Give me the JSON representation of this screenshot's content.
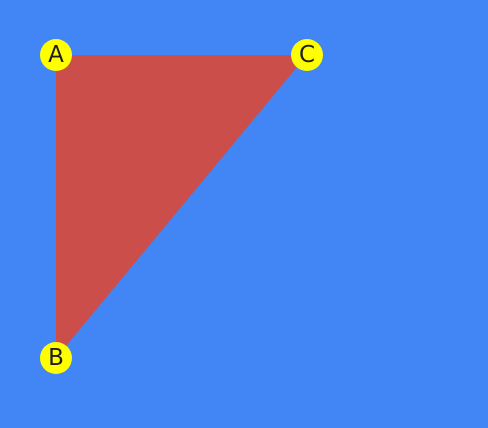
{
  "colors": {
    "background": "#4285F4",
    "triangle_fill": "#CC4E4A",
    "vertex_marker": "#FFFF00",
    "label_text": "#1d1d1d"
  },
  "triangle": {
    "vertices": [
      {
        "label": "A"
      },
      {
        "label": "B"
      },
      {
        "label": "C"
      }
    ]
  }
}
